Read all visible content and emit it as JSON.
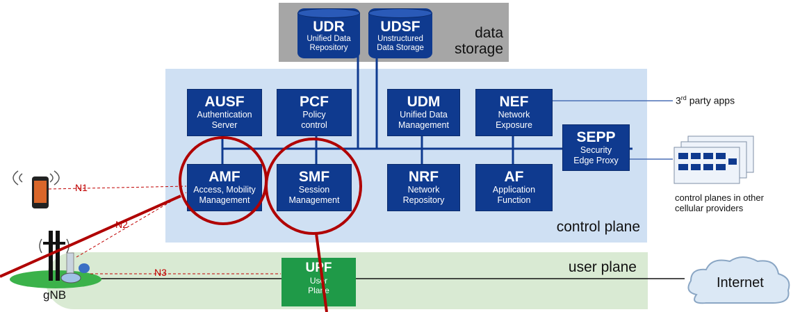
{
  "storage": {
    "label_line1": "data",
    "label_line2": "storage",
    "udr": {
      "title": "UDR",
      "line1": "Unified Data",
      "line2": "Repository"
    },
    "udsf": {
      "title": "UDSF",
      "line1": "Unstructured",
      "line2": "Data Storage"
    }
  },
  "control_plane": {
    "label": "control plane",
    "functions": {
      "ausf": {
        "title": "AUSF",
        "line1": "Authentication",
        "line2": "Server"
      },
      "pcf": {
        "title": "PCF",
        "line1": "Policy",
        "line2": "control"
      },
      "udm": {
        "title": "UDM",
        "line1": "Unified Data",
        "line2": "Management"
      },
      "nef": {
        "title": "NEF",
        "line1": "Network",
        "line2": "Exposure"
      },
      "sepp": {
        "title": "SEPP",
        "line1": "Security",
        "line2": "Edge Proxy"
      },
      "amf": {
        "title": "AMF",
        "line1": "Access, Mobility",
        "line2": "Management"
      },
      "smf": {
        "title": "SMF",
        "line1": "Session",
        "line2": "Management"
      },
      "nrf": {
        "title": "NRF",
        "line1": "Network",
        "line2": "Repository"
      },
      "af": {
        "title": "AF",
        "line1": "Application",
        "line2": "Function"
      }
    }
  },
  "user_plane": {
    "label": "user plane",
    "upf": {
      "title": "UPF",
      "line1": "User",
      "line2": "Plane"
    }
  },
  "interfaces": {
    "n1": "N1",
    "n2": "N2",
    "n3": "N3"
  },
  "third_party": {
    "sup": "rd",
    "prefix": "3",
    "rest": " party apps"
  },
  "other_providers": {
    "line1": "control planes in other",
    "line2": "cellular providers"
  },
  "gnb_label": "gNB",
  "internet_label": "Internet",
  "colors": {
    "nf_blue": "#0f3a8f",
    "upf_green": "#1f9a48",
    "highlight_red": "#b00000",
    "iface_red": "#c00000"
  }
}
